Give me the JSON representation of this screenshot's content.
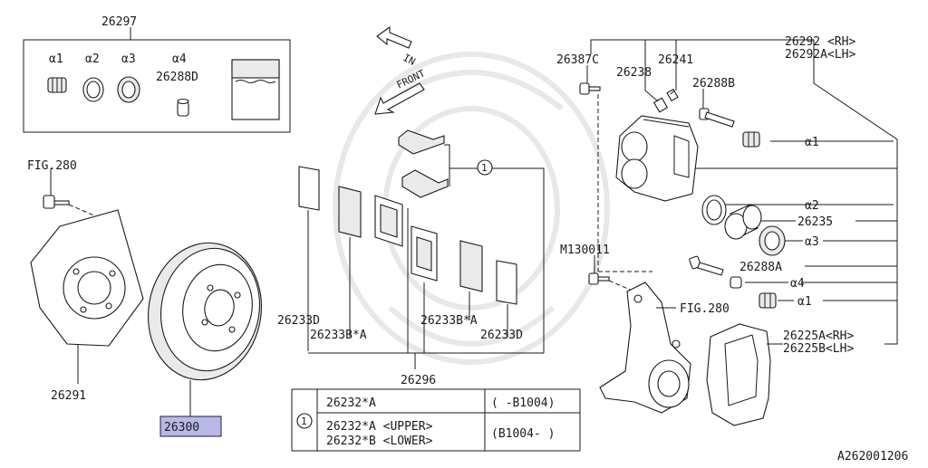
{
  "diagram": {
    "kit": {
      "part": "26297",
      "items": [
        "α1",
        "α2",
        "α3",
        "α4"
      ],
      "item4_part": "26288D"
    },
    "dir": {
      "in": "IN",
      "front": "FRONT"
    },
    "fig_top": "FIG.280",
    "fig_knuckle": "FIG.280",
    "shield": "26291",
    "rotor": "26300",
    "pads": {
      "shim_left": "26233D",
      "pad_left": "26233B*A",
      "pad_right": "26233B*A",
      "shim_right": "26233D",
      "kit": "26296",
      "callout": "1"
    },
    "caliper": {
      "bolt": "26387C",
      "pin_a": "26238",
      "pin_b": "26241",
      "pin_c": "26288B",
      "body_rh": "26292 <RH>",
      "body_lh": "26292A<LH>",
      "a1_top": "α1",
      "a2": "α2",
      "piston": "26235",
      "a3": "α3",
      "pin_a_lower": "26288A",
      "a4": "α4",
      "a1_bottom": "α1",
      "knuckle_bolt": "M130011",
      "bracket_rh": "26225A<RH>",
      "bracket_lh": "26225B<LH>"
    },
    "table": {
      "callout": "1",
      "row1_part": "26232*A",
      "row1_range": "( -B1004)",
      "row2_part_a": "26232*A <UPPER>",
      "row2_part_b": "26232*B <LOWER>",
      "row2_range": "(B1004- )"
    },
    "code": "A262001206",
    "highlight": "#b8b8e8"
  }
}
